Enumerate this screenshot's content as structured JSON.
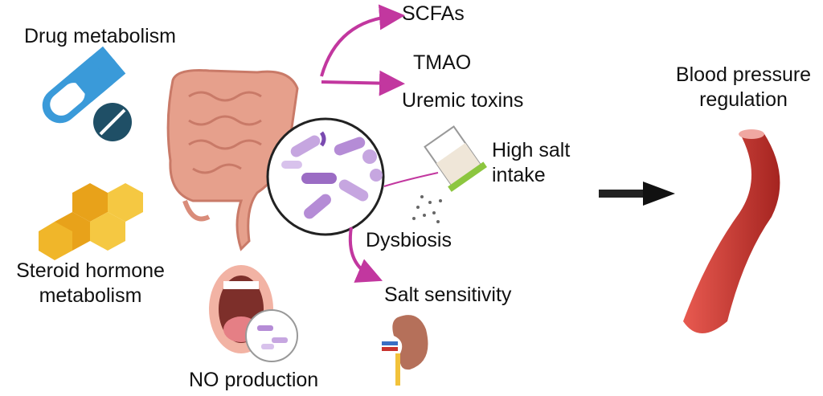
{
  "labels": {
    "drug_metabolism": "Drug metabolism",
    "scfas": "SCFAs",
    "tmao": "TMAO",
    "uremic_toxins": "Uremic toxins",
    "blood_pressure_line1": "Blood pressure",
    "blood_pressure_line2": "regulation",
    "high_salt_line1": "High salt",
    "high_salt_line2": "intake",
    "dysbiosis": "Dysbiosis",
    "salt_sensitivity": "Salt sensitivity",
    "steroid_line1": "Steroid hormone",
    "steroid_line2": "metabolism",
    "no_production": "NO production"
  },
  "colors": {
    "arrow_magenta": "#c2379f",
    "arrow_black": "#111111",
    "pill_blue": "#3a9ad9",
    "pill_dark": "#1f4f66",
    "hex_orange": "#e8a21a",
    "hex_yellow": "#f5c842",
    "gut_pink": "#e9a391",
    "vessel_red": "#c8332e",
    "bacteria_purple": "#b58cd6"
  }
}
